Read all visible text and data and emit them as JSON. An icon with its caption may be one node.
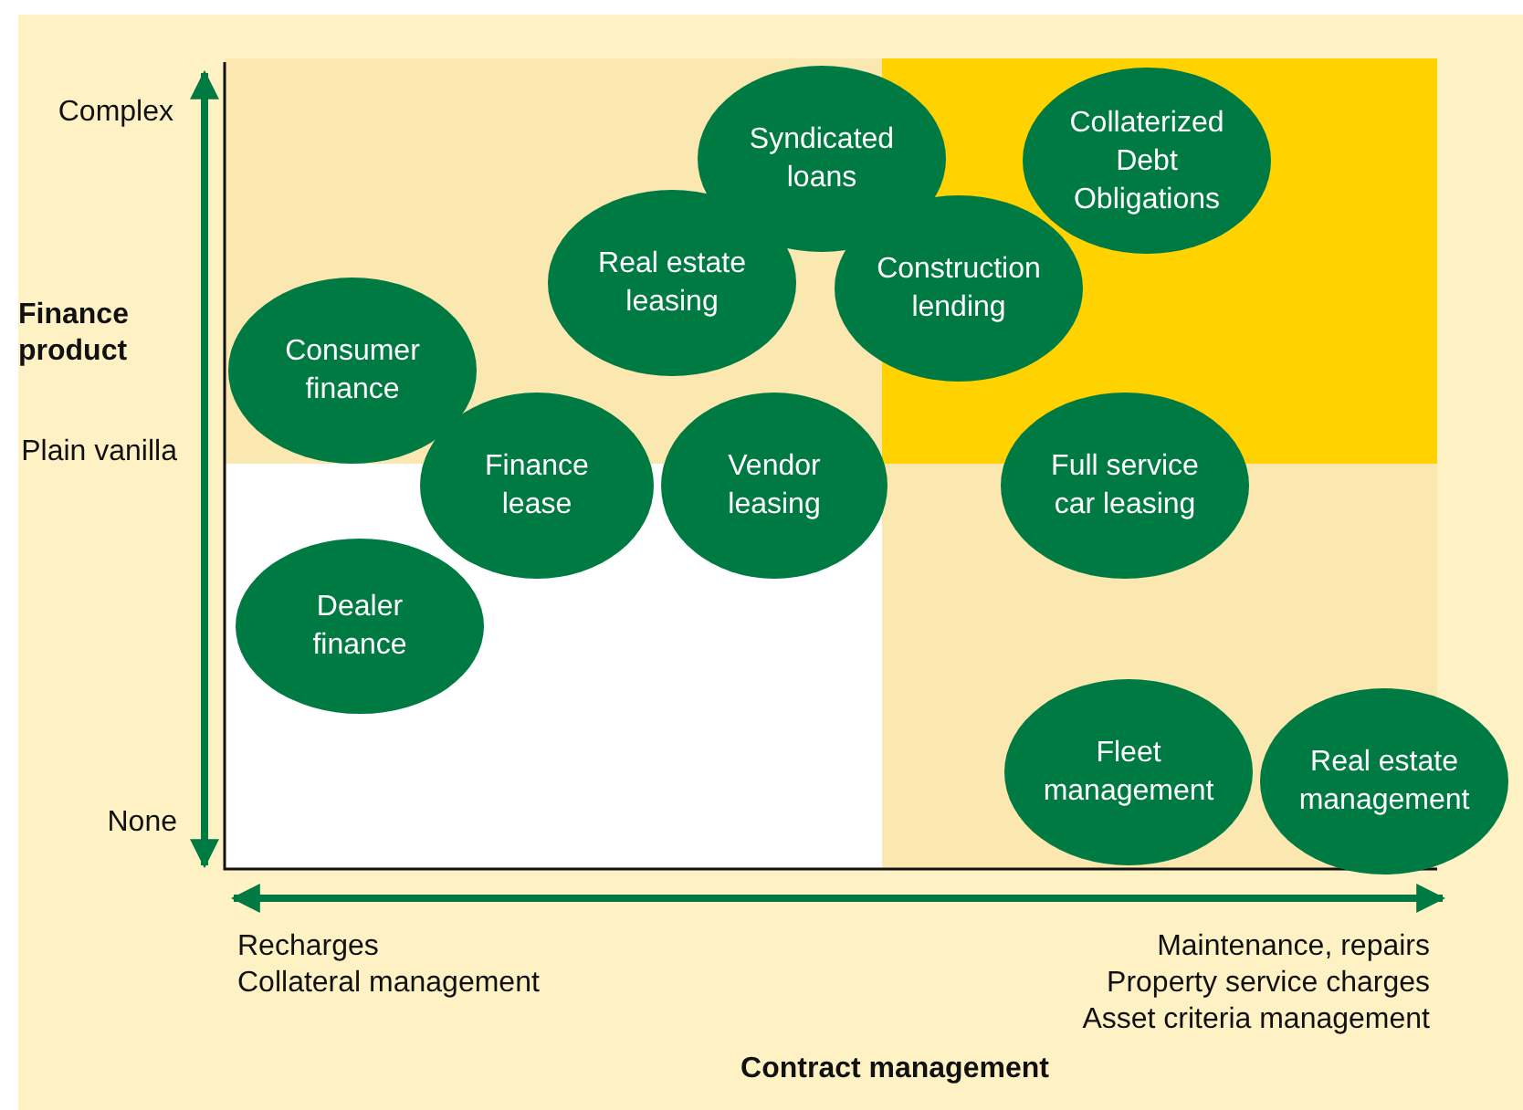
{
  "diagram": {
    "nodes": [
      {
        "text": [
          "Syndicated loans"
        ]
      },
      {
        "text": [
          "Collaterized Debt Obligations"
        ]
      },
      {
        "text": [
          "Real estate leasing"
        ]
      },
      {
        "text": [
          "Construction lending"
        ]
      },
      {
        "text": [
          "Consumer finance"
        ]
      },
      {
        "text": [
          "Finance lease"
        ]
      },
      {
        "text": [
          "Vendor leasing"
        ]
      },
      {
        "text": [
          "Full service car leasing"
        ]
      },
      {
        "text": [
          "Dealer finance"
        ]
      },
      {
        "text": [
          "Fleet management"
        ]
      },
      {
        "text": [
          "Real estate management"
        ]
      }
    ],
    "labels": [
      "Complex",
      "Finance product",
      "Plain vanilla",
      "None",
      "Recharges",
      "Collateral management",
      "Maintenance, repairs",
      "Property service charges",
      "Asset criteria management",
      "Contract management"
    ]
  }
}
